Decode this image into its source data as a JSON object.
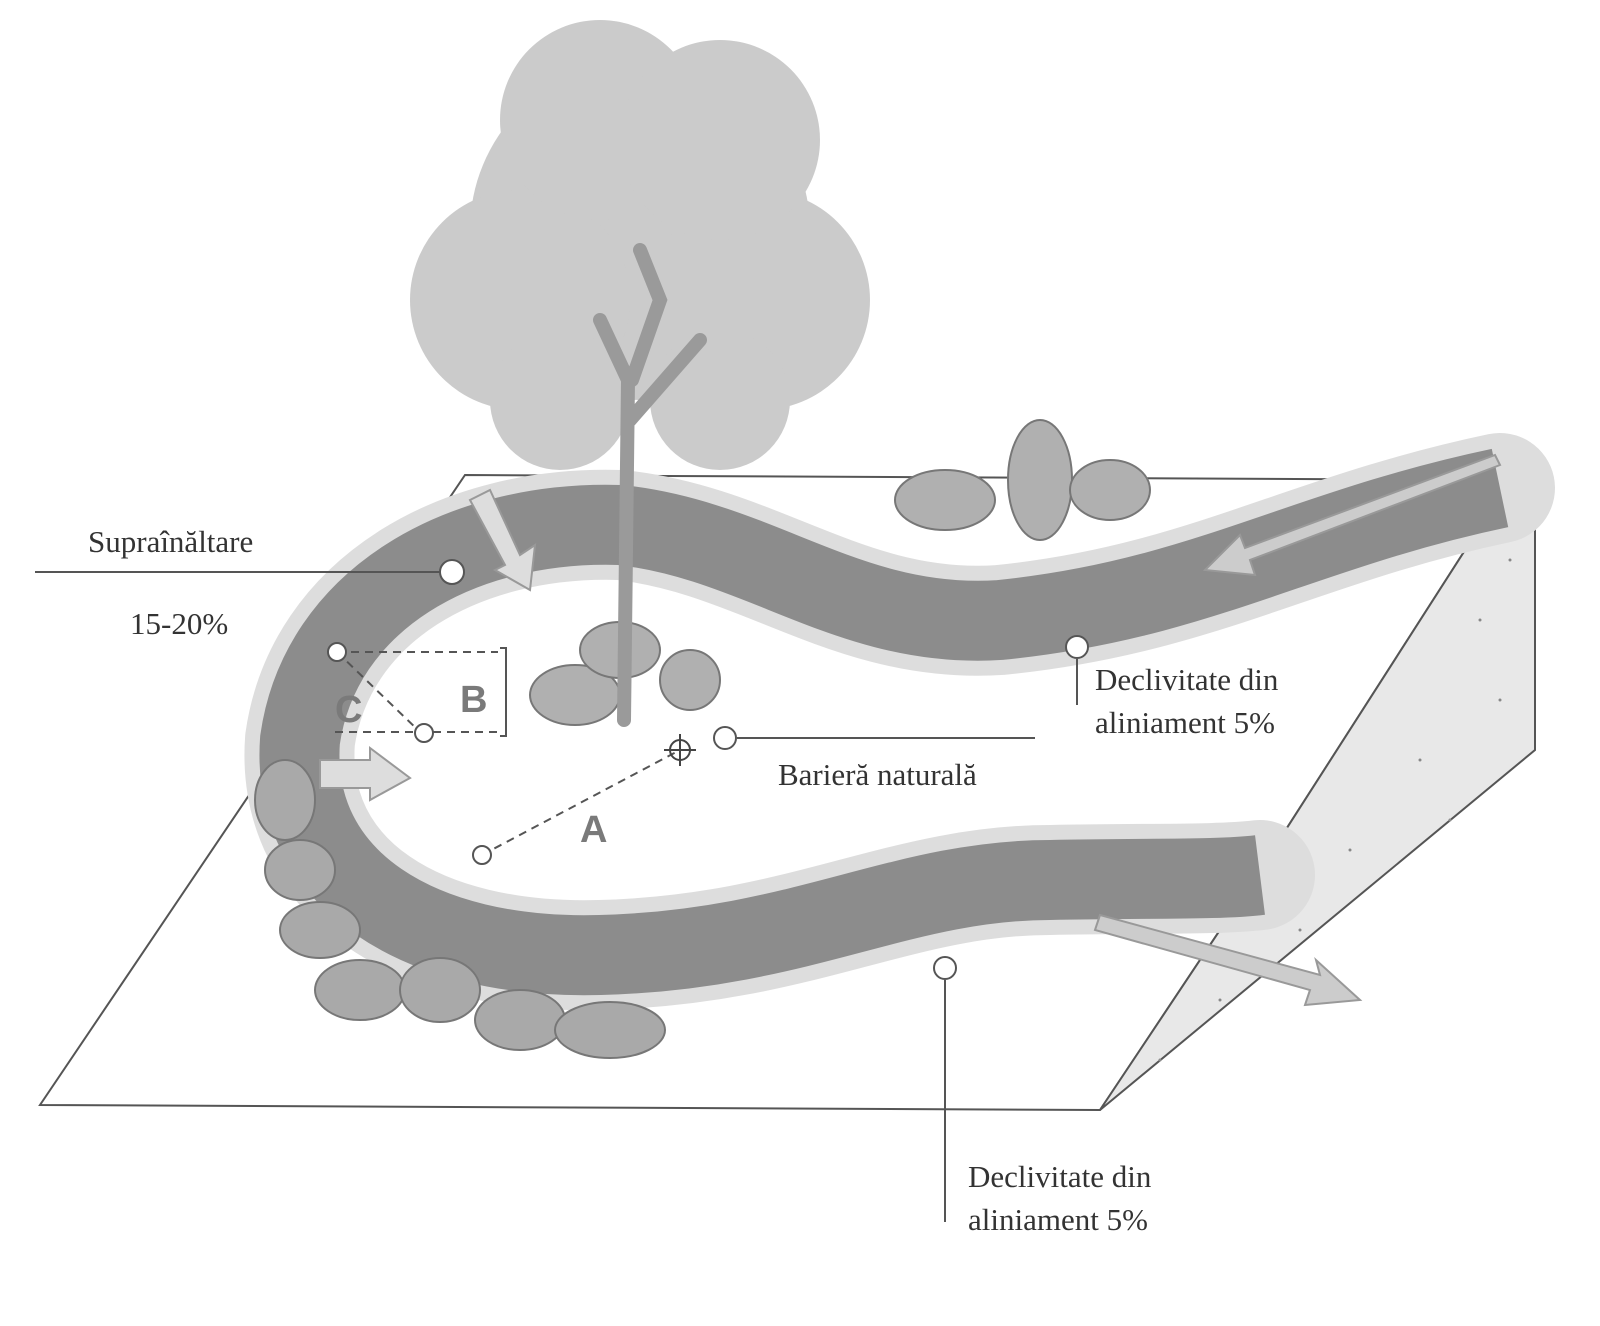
{
  "labels": {
    "superelevation": "Supraînăltare",
    "superelevation_value": "15-20%",
    "slope_top_line1": "Declivitate din",
    "slope_top_line2": "aliniament 5%",
    "natural_barrier": "Barieră naturală",
    "slope_bottom_line1": "Declivitate din",
    "slope_bottom_line2": "aliniament 5%"
  },
  "markers": {
    "a": "A",
    "b": "B",
    "c": "C"
  },
  "colors": {
    "path": "#8c8c8c",
    "tree": "#c4c4c4",
    "rock": "#a9a9a9",
    "line": "#555555"
  }
}
